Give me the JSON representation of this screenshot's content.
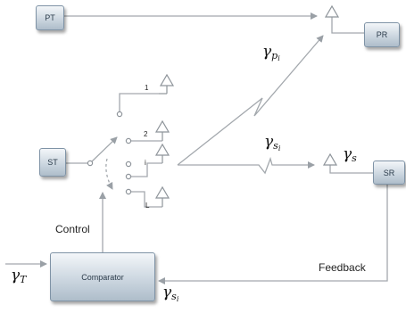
{
  "blocks": {
    "pt": "PT",
    "pr": "PR",
    "st": "ST",
    "sr": "SR",
    "comparator": "Comparator"
  },
  "antenna_labels": [
    "1",
    "2",
    "i",
    "L"
  ],
  "labels": {
    "control": "Control",
    "feedback": "Feedback"
  },
  "math": {
    "gamma_p_i": {
      "base": "γ",
      "sub": "p",
      "subsub": "i"
    },
    "gamma_s_i_link": {
      "base": "γ",
      "sub": "s",
      "subsub": "i"
    },
    "gamma_s": {
      "base": "γ",
      "sub": "s"
    },
    "gamma_T": {
      "base": "γ",
      "sub": "T"
    },
    "gamma_s_i_feedback": {
      "base": "γ",
      "sub": "s",
      "subsub": "i"
    }
  }
}
